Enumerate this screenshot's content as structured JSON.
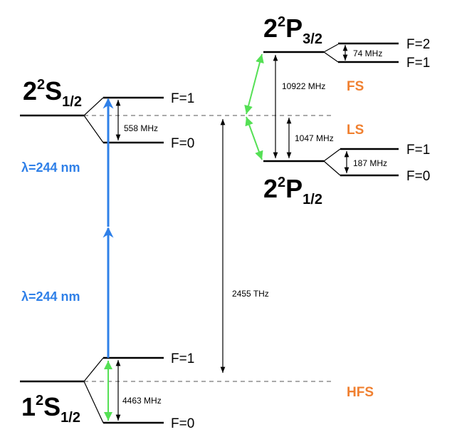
{
  "colors": {
    "laser": "#2f80e8",
    "rf": "#55e055",
    "annotation": "#f08030",
    "level": "#000000"
  },
  "states": {
    "s1": {
      "main": "1",
      "sup": "2",
      "sym": "S",
      "sub": "1/2"
    },
    "s2": {
      "main": "2",
      "sup": "2",
      "sym": "S",
      "sub": "1/2"
    },
    "p12": {
      "main": "2",
      "sup": "2",
      "sym": "P",
      "sub": "1/2"
    },
    "p32": {
      "main": "2",
      "sup": "2",
      "sym": "P",
      "sub": "3/2"
    }
  },
  "f_labels": {
    "s2_upper": "F=1",
    "s2_lower": "F=0",
    "s1_upper": "F=1",
    "s1_lower": "F=0",
    "p32_upper": "F=2",
    "p32_lower": "F=1",
    "p12_upper": "F=1",
    "p12_lower": "F=0"
  },
  "splittings": {
    "s2_hfs": "558 MHz",
    "s1_hfs": "4463 MHz",
    "p32_hfs": "74 MHz",
    "p12_hfs": "187 MHz",
    "fine": "10922 MHz",
    "lamb": "1047 MHz",
    "transition": "2455 THz"
  },
  "annotations": {
    "fs": "FS",
    "ls": "LS",
    "hfs": "HFS"
  },
  "wavelengths": {
    "upper": "λ=244 nm",
    "lower": "λ=244 nm"
  }
}
